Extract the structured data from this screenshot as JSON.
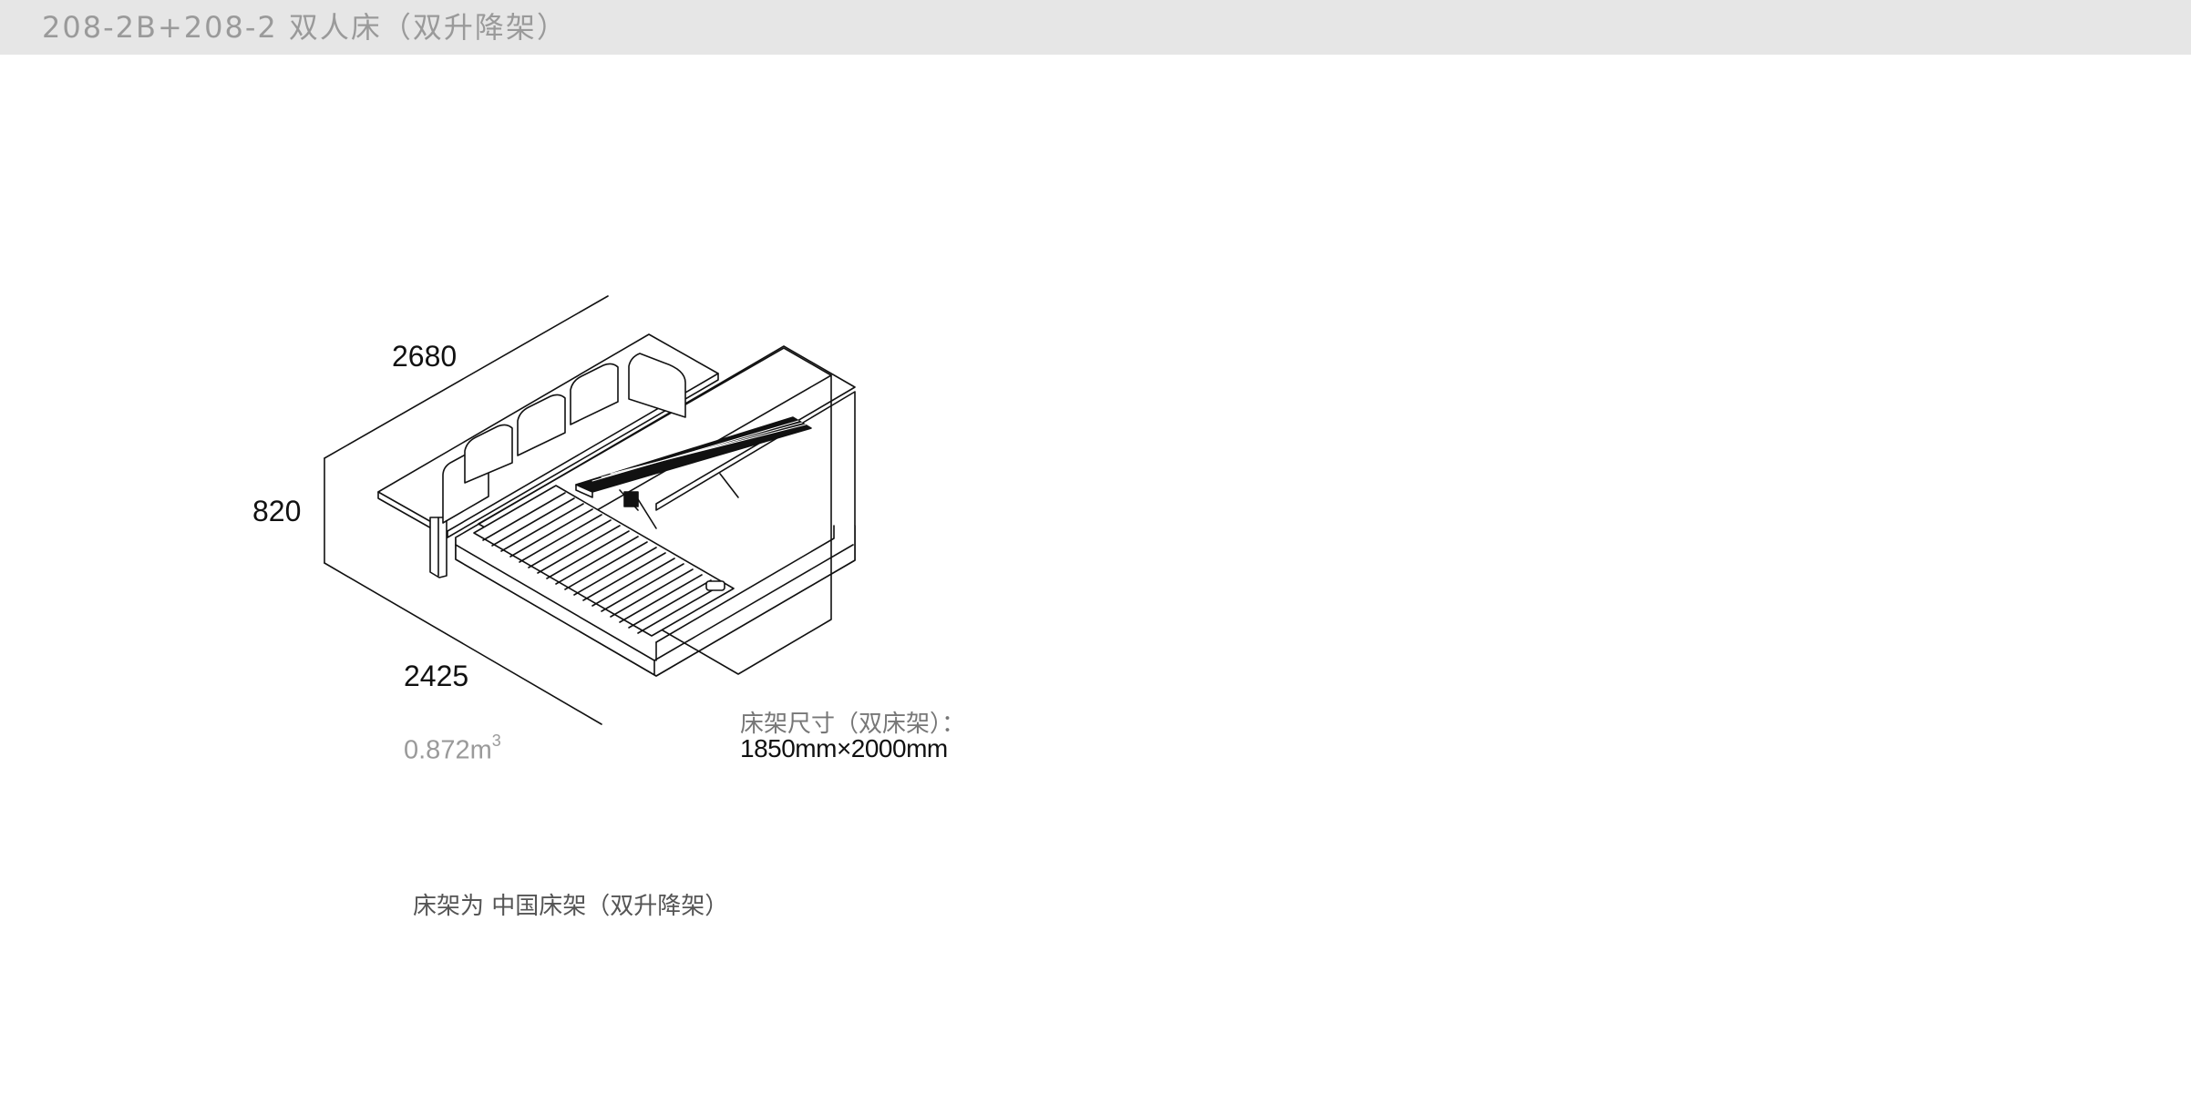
{
  "header": {
    "title": "208-2B+208-2 双人床（双升降架）"
  },
  "dimensions": {
    "length": "2680",
    "height": "820",
    "width": "2425"
  },
  "volume": {
    "value": "0.872m",
    "unit_exp": "3"
  },
  "spec": {
    "label": "床架尺寸（双床架）：",
    "value": "1850mm×2000mm"
  },
  "note": "床架为 中国床架（双升降架）",
  "colors": {
    "title_bar": "#e6e6e6",
    "line": "#111111",
    "muted_text": "#9a9a9a"
  }
}
